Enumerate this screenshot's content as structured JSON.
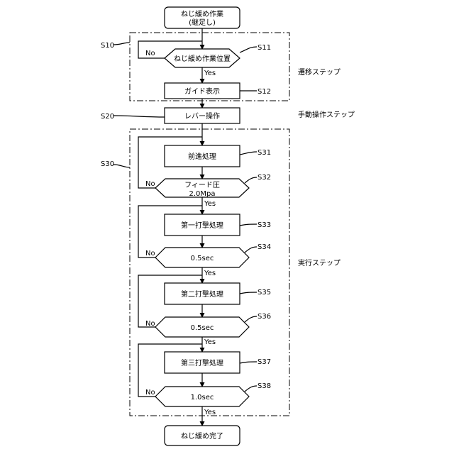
{
  "start": {
    "line1": "ねじ緩め作業",
    "line2": "(継足し)"
  },
  "end": "ねじ緩め完了",
  "steps": {
    "s11": {
      "ref": "S11",
      "text": "ねじ緩め作業位置"
    },
    "s12": {
      "ref": "S12",
      "text": "ガイド表示"
    },
    "s20": {
      "ref": "S20",
      "text": "レバー操作"
    },
    "s31": {
      "ref": "S31",
      "text": "前進処理"
    },
    "s32": {
      "ref": "S32",
      "line1": "フィード圧",
      "line2": "2.0Mpa"
    },
    "s33": {
      "ref": "S33",
      "text": "第一打撃処理"
    },
    "s34": {
      "ref": "S34",
      "text": "0.5sec"
    },
    "s35": {
      "ref": "S35",
      "text": "第二打撃処理"
    },
    "s36": {
      "ref": "S36",
      "text": "0.5sec"
    },
    "s37": {
      "ref": "S37",
      "text": "第三打撃処理"
    },
    "s38": {
      "ref": "S38",
      "text": "1.0sec"
    }
  },
  "groups": {
    "s10": {
      "ref": "S10",
      "label": "遷移ステップ"
    },
    "s20": {
      "label": "手動操作ステップ"
    },
    "s30": {
      "ref": "S30",
      "label": "実行ステップ"
    }
  },
  "labels": {
    "yes": "Yes",
    "no": "No"
  }
}
